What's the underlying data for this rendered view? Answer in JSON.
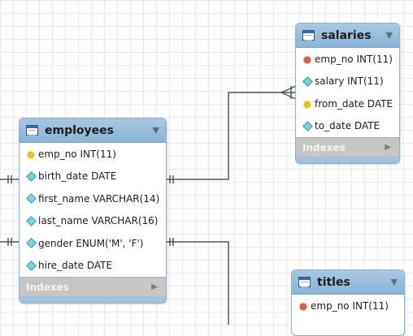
{
  "colors": {
    "header": "#8ab4d6",
    "connector": "#555555",
    "indexes_bar": "#c6c6c6"
  },
  "icons": {
    "table": "table-icon",
    "primary_key": "key-icon",
    "column": "diamond-icon",
    "dropdown": "triangle-down-icon",
    "expand": "triangle-right-icon"
  },
  "tables": {
    "employees": {
      "name": "employees",
      "columns": [
        {
          "label": "emp_no INT(11)",
          "kind": "pk"
        },
        {
          "label": "birth_date DATE",
          "kind": "col"
        },
        {
          "label": "first_name VARCHAR(14)",
          "kind": "col"
        },
        {
          "label": "last_name VARCHAR(16)",
          "kind": "col"
        },
        {
          "label": "gender ENUM('M', 'F')",
          "kind": "col"
        },
        {
          "label": "hire_date DATE",
          "kind": "col"
        }
      ],
      "indexes_label": "Indexes"
    },
    "salaries": {
      "name": "salaries",
      "columns": [
        {
          "label": "emp_no INT(11)",
          "kind": "fk"
        },
        {
          "label": "salary INT(11)",
          "kind": "col"
        },
        {
          "label": "from_date DATE",
          "kind": "pk"
        },
        {
          "label": "to_date DATE",
          "kind": "col"
        }
      ],
      "indexes_label": "Indexes"
    },
    "titles": {
      "name": "titles",
      "columns": [
        {
          "label": "emp_no INT(11)",
          "kind": "fk"
        }
      ]
    }
  }
}
